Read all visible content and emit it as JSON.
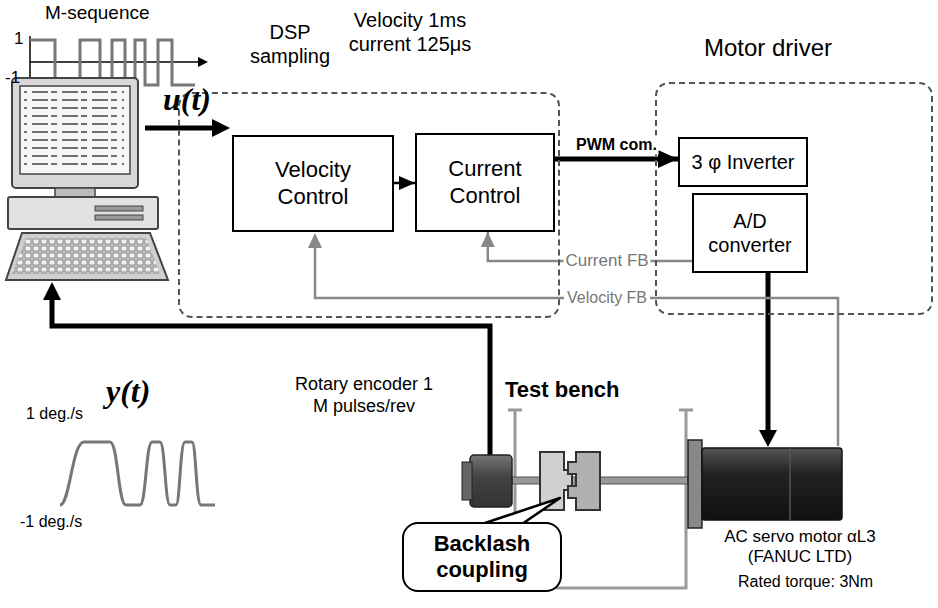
{
  "diagram": {
    "nodes": [
      {
        "text": [
          "DSP sampling",
          "Velocity 1ms current 125μs"
        ]
      },
      {
        "text": [
          "Velocity Control"
        ],
        "in": 0
      },
      {
        "text": [
          "Current Control"
        ],
        "in": 0
      },
      {
        "text": [
          "Motor driver"
        ]
      },
      {
        "text": [
          "3 φ Inverter"
        ],
        "in": 3
      },
      {
        "text": [
          "A/D converter"
        ],
        "in": 3
      },
      {
        "text": [
          "Backlash coupling"
        ]
      }
    ],
    "edges": [
      {
        "from": 1,
        "to": 2,
        "arrow": "to"
      },
      {
        "from": 2,
        "to": 4,
        "label": "PWM com.",
        "arrow": "to"
      },
      {
        "from": 5,
        "to": 2,
        "label": "Current FB",
        "arrow": "to"
      }
    ],
    "labels": [
      "M-sequence",
      "1",
      "-1",
      "u(t)",
      "Velocity FB",
      "y(t)",
      "1 deg./s",
      "-1 deg./s",
      "Test bench",
      "Rotary encoder 1 M pulses/rev",
      "AC servo motor αL3 (FANUC LTD)",
      "Rated torque: 3Nm"
    ]
  }
}
